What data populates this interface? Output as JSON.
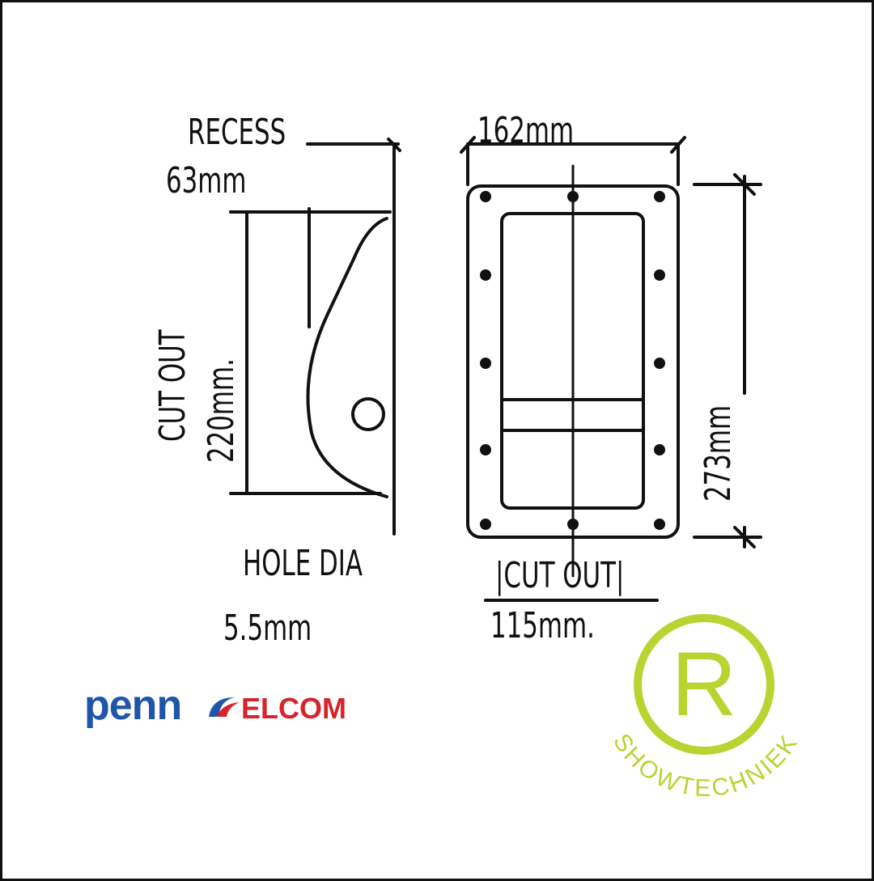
{
  "labels": {
    "recess": "RECESS",
    "recess_value": "63mm",
    "cut_out_left": "CUT OUT",
    "cut_out_left_value": "220mm.",
    "hole_dia": "HOLE DIA",
    "hole_dia_value": "5.5mm",
    "width_top": "162mm",
    "height_right": "273mm",
    "cut_out_bottom": "|CUT OUT|",
    "cut_out_bottom_value": "115mm."
  },
  "logos": {
    "penn_elcom": {
      "text": "penn ELCOM",
      "part1": "penn",
      "part2": "ELCOM",
      "blue": "#1f56a8",
      "red": "#d8232a"
    },
    "showtechniek": {
      "letter": "R",
      "ring_text": "SHOWTECHNIEK",
      "color": "#b8d430"
    }
  },
  "colors": {
    "line": "#111111",
    "background": "#ffffff"
  }
}
